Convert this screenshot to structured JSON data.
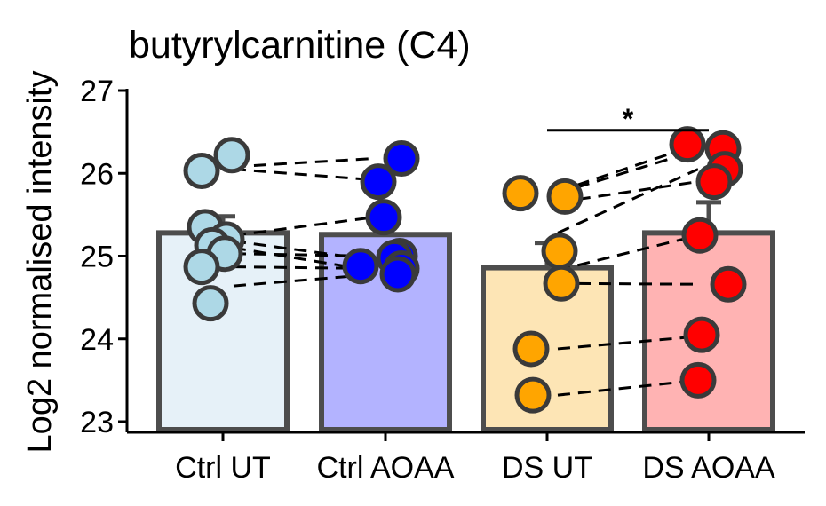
{
  "chart_data": {
    "type": "bar",
    "title": "butyrylcarnitine (C4)",
    "xlabel": "",
    "ylabel": "Log2 normalised intensity",
    "ylim": [
      23,
      27
    ],
    "yticks": [
      23,
      24,
      25,
      26,
      27
    ],
    "grid": false,
    "legend": "none",
    "categories": [
      "Ctrl UT",
      "Ctrl AOAA",
      "DS UT",
      "DS AOAA"
    ],
    "means": [
      25.28,
      25.26,
      24.86,
      25.28
    ],
    "sem": [
      0.2,
      0.18,
      0.3,
      0.37
    ],
    "bar_fills": [
      "#e6f1f8",
      "#b3b3ff",
      "#fde5b5",
      "#ffb3b3"
    ],
    "point_fills": [
      "#add8e6",
      "#0000ff",
      "#ffa500",
      "#ff0000"
    ],
    "points": [
      [
        26.22,
        26.03,
        25.35,
        25.2,
        25.13,
        25.03,
        24.87,
        24.43
      ],
      [
        26.18,
        25.9,
        25.47,
        25.0,
        24.98,
        24.85,
        24.88,
        24.78
      ],
      [
        25.76,
        25.72,
        25.06,
        24.67,
        23.88,
        23.32
      ],
      [
        26.35,
        26.3,
        26.05,
        25.9,
        25.25,
        24.66,
        24.05,
        23.5
      ]
    ],
    "pairs": [
      [
        0,
        26.08,
        26.18
      ],
      [
        0,
        26.05,
        25.92
      ],
      [
        0,
        25.25,
        25.47
      ],
      [
        0,
        25.18,
        24.95
      ],
      [
        0,
        25.1,
        24.82
      ],
      [
        0,
        25.03,
        25.0
      ],
      [
        0,
        24.87,
        24.85
      ],
      [
        0,
        24.64,
        24.78
      ],
      [
        2,
        25.78,
        26.35
      ],
      [
        2,
        25.76,
        26.28
      ],
      [
        2,
        25.65,
        25.9
      ],
      [
        2,
        25.28,
        26.05
      ],
      [
        2,
        24.83,
        25.25
      ],
      [
        2,
        24.67,
        24.66
      ],
      [
        2,
        23.88,
        24.03
      ],
      [
        2,
        23.32,
        23.5
      ]
    ],
    "significance": {
      "from": 2,
      "to": 3,
      "y": 26.52,
      "label": "*"
    }
  }
}
